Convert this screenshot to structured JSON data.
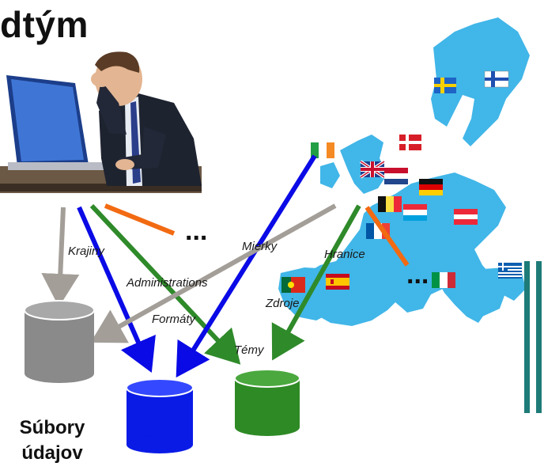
{
  "title": "dtým",
  "labels": {
    "krajiny": "Krajiny",
    "administrations": "Administrations",
    "formaty": "Formáty",
    "mierky": "Mierky",
    "zdroje": "Zdroje",
    "hranice": "Hranice",
    "temy": "Témy",
    "ellipsis_left": "...",
    "ellipsis_right": "..."
  },
  "caption": {
    "line1": "Súbory",
    "line2": "údajov"
  },
  "colors": {
    "gray_arrow": "#a39e98",
    "blue_arrow": "#0a0ae6",
    "green_arrow": "#2f8a2a",
    "orange_line": "#f26a12",
    "europe_fill": "#41b6e8",
    "db_gray": "#8a8a8a",
    "db_blue": "#0a1be6",
    "db_green": "#2e8a25",
    "teal_bar": "#1e7b78"
  },
  "icons": [
    "stressed-man-at-laptop-photo",
    "europe-map",
    "country-flags",
    "database-icon"
  ]
}
